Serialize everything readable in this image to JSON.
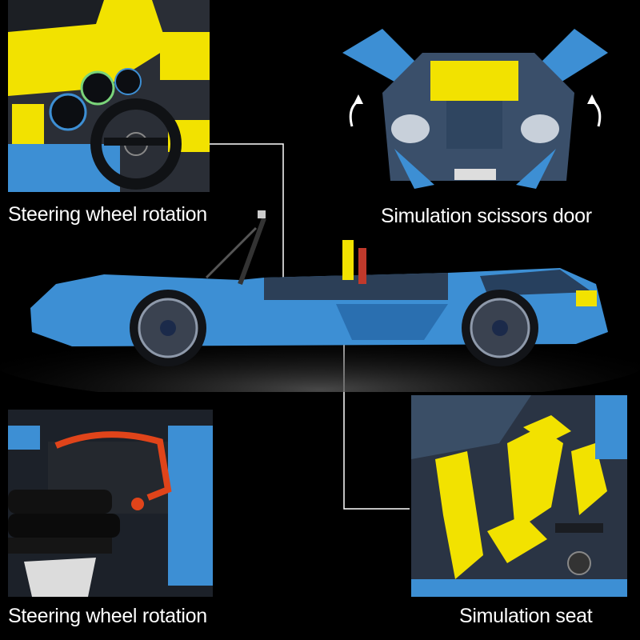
{
  "captions": {
    "top_left": "Steering wheel rotation",
    "top_right": "Simulation scissors door",
    "bottom_left": "Steering wheel rotation",
    "bottom_right": "Simulation seat"
  },
  "colors": {
    "background": "#000000",
    "car_blue": "#3d8fd4",
    "accent_yellow": "#f2e200",
    "caption_text": "#ffffff",
    "connector_line": "#ffffff"
  }
}
